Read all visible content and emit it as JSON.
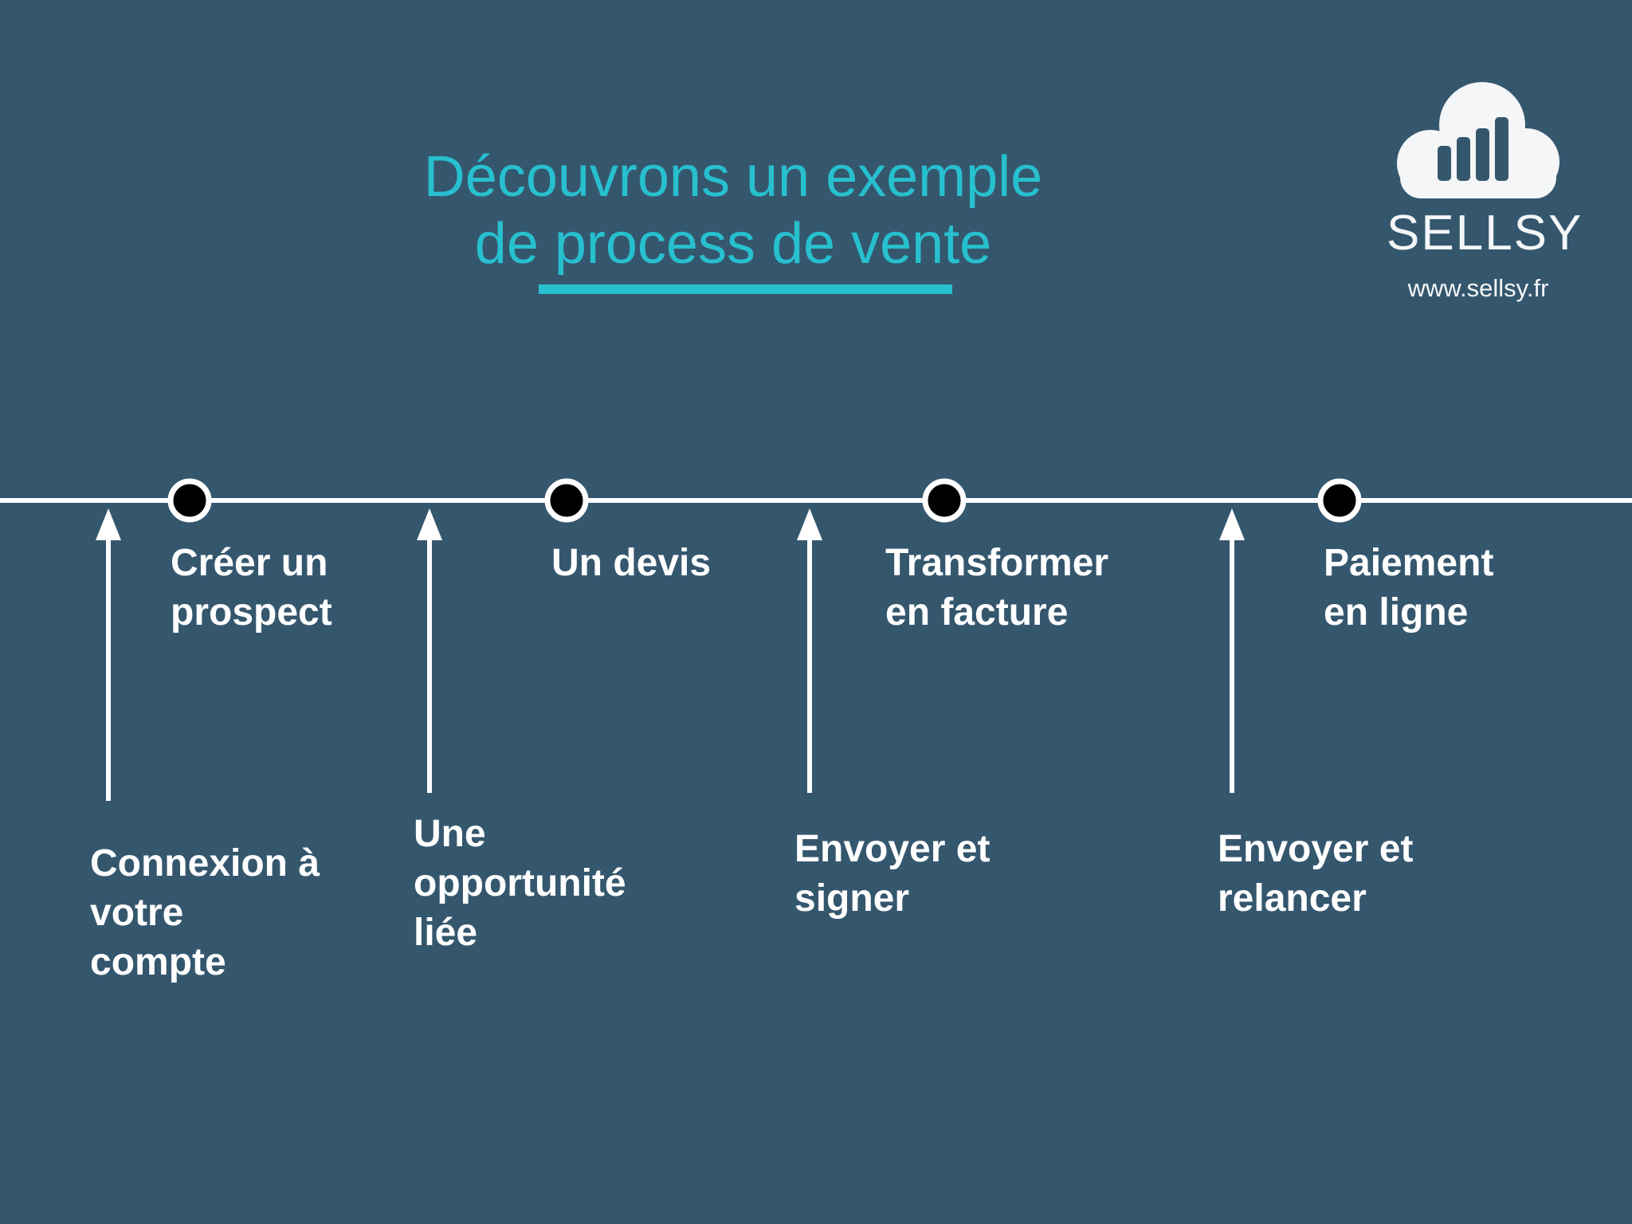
{
  "title": {
    "line1": "Découvrons un exemple",
    "line2": "de process de vente"
  },
  "brand": {
    "name": "SELLSY",
    "url": "www.sellsy.fr",
    "icon": "cloud-bar-chart-icon"
  },
  "timeline": {
    "milestones": [
      "Créer un\nprospect",
      "Un devis",
      "Transformer\nen facture",
      "Paiement\nen ligne"
    ],
    "actions": [
      "Connexion à\nvotre\ncompte",
      "Une\nopportunité\nliée",
      "Envoyer et\nsigner",
      "Envoyer et\nrelancer"
    ]
  },
  "colors": {
    "background": "#35576e",
    "accent": "#27c0cf",
    "line": "#ffffff",
    "dot": "#000000"
  }
}
